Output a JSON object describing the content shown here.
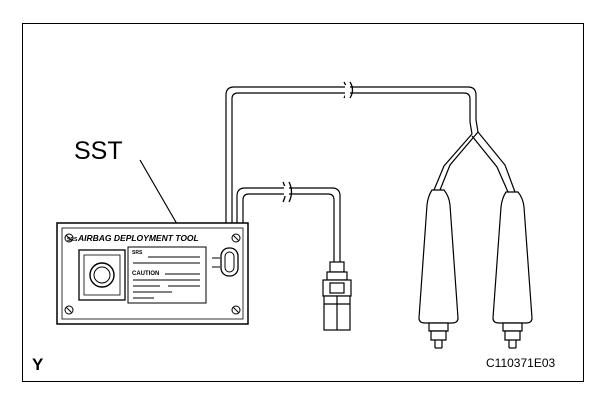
{
  "diagram": {
    "label_sst": "SST",
    "corner_letter": "Y",
    "figure_code": "C110371E03",
    "tool_title": "AIRBAG DEPLOYMENT TOOL",
    "tool_srs_mark": "SRS",
    "tool_panel_srs": "SRS",
    "tool_caution": "CAUTION"
  },
  "icons": [
    "screw-icon",
    "push-button-icon",
    "connector-icon",
    "alligator-clip-icon"
  ]
}
